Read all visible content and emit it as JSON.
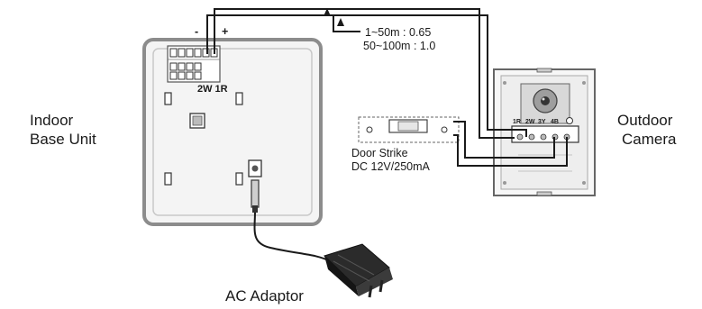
{
  "labels": {
    "indoor_line1": "Indoor",
    "indoor_line2": "Base Unit",
    "outdoor_line1": "Outdoor",
    "outdoor_line2": "Camera",
    "ac_adaptor": "AC Adaptor",
    "door_strike_line1": "Door Strike",
    "door_strike_line2": "DC 12V/250mA",
    "cable_spec_line1": "1~50m : 0.65",
    "cable_spec_line2": "50~100m : 1.0",
    "indoor_terminal": "2W 1R",
    "minus": "-",
    "plus": "+",
    "camera_terminals": [
      "1R",
      "2W",
      "3Y",
      "4B"
    ]
  },
  "colors": {
    "wire": "#1a1a1a",
    "device_border": "#8c8c8c",
    "device_fill": "#f4f4f4"
  }
}
